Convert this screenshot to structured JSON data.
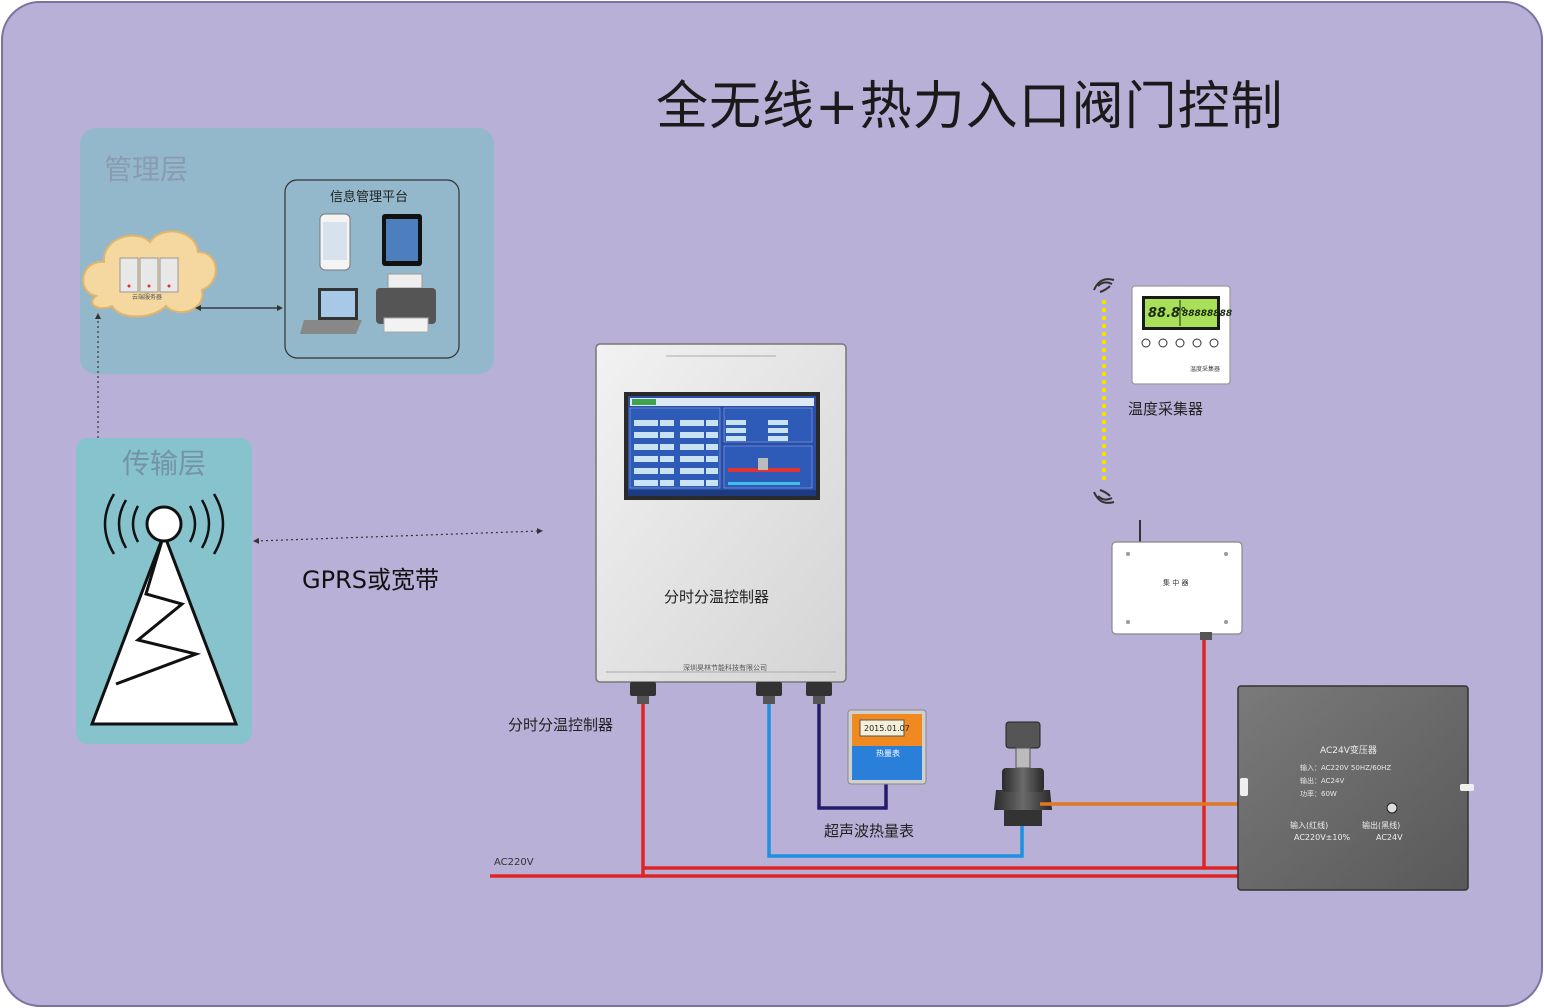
{
  "title": "全无线+热力入口阀门控制",
  "management_layer": {
    "label": "管理层",
    "platform_label": "信息管理平台",
    "cloud_server_label": "云端服务器"
  },
  "transport_layer": {
    "label": "传输层",
    "link_label": "GPRS或宽带"
  },
  "controller": {
    "label_center": "分时分温控制器",
    "label_outer": "分时分温控制器",
    "company": "深圳昊林节能科技有限公司"
  },
  "heat_meter": {
    "label": "超声波热量表",
    "display_date": "2015.01.07",
    "panel_title": "热量表"
  },
  "temperature_sensor": {
    "label": "温度采集器",
    "small_label": "温度采集器",
    "lcd_value": "88.8°",
    "lcd_digits": "88888888"
  },
  "concentrator": {
    "label": "集 中 器"
  },
  "transformer": {
    "title": "AC24V变压器",
    "spec_input": "输入：AC220V 50HZ/60HZ",
    "spec_output": "输出：AC24V",
    "spec_power": "功率：60W",
    "input_label": "输入(红线)",
    "input_value": "AC220V±10%",
    "output_label": "输出(黑线)",
    "output_value": "AC24V"
  },
  "power_line_label": "AC220V",
  "colors": {
    "background": "#b8b0d6",
    "mgmt_panel": "#93b8cb",
    "trans_panel": "#86c3cd",
    "power_red": "#e02424",
    "signal_blue": "#1f8fe0",
    "control_orange": "#e07820",
    "meter_navy": "#241b6b",
    "wireless_yellow": "#f2e400"
  }
}
